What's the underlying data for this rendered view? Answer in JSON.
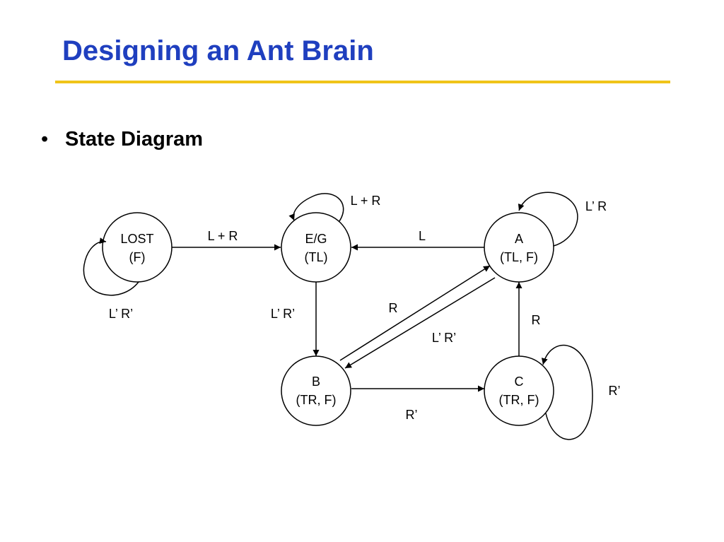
{
  "slide": {
    "title": "Designing an Ant Brain",
    "bullet": "State Diagram",
    "bullet_marker": "•",
    "title_color": "#1f3fbf",
    "rule_color": "#f0c419"
  },
  "diagram": {
    "states": [
      {
        "id": "lost",
        "line1": "LOST",
        "line2": "(F)"
      },
      {
        "id": "eg",
        "line1": "E/G",
        "line2": "(TL)"
      },
      {
        "id": "a",
        "line1": "A",
        "line2": "(TL, F)"
      },
      {
        "id": "b",
        "line1": "B",
        "line2": "(TR, F)"
      },
      {
        "id": "c",
        "line1": "C",
        "line2": "(TR, F)"
      }
    ],
    "transitions": [
      {
        "id": "lost-self",
        "from": "LOST",
        "to": "LOST",
        "label": "L’ R’"
      },
      {
        "id": "lost-eg",
        "from": "LOST",
        "to": "E/G",
        "label": "L + R"
      },
      {
        "id": "eg-self",
        "from": "E/G",
        "to": "E/G",
        "label": "L + R"
      },
      {
        "id": "a-eg",
        "from": "A",
        "to": "E/G",
        "label": "L"
      },
      {
        "id": "a-self",
        "from": "A",
        "to": "A",
        "label": "L’ R"
      },
      {
        "id": "eg-b",
        "from": "E/G",
        "to": "B",
        "label": "L’ R’"
      },
      {
        "id": "b-a",
        "from": "B",
        "to": "A",
        "label": "R"
      },
      {
        "id": "a-b",
        "from": "A",
        "to": "B",
        "label": "L’ R’"
      },
      {
        "id": "c-a",
        "from": "C",
        "to": "A",
        "label": "R"
      },
      {
        "id": "b-c",
        "from": "B",
        "to": "C",
        "label": "R’"
      },
      {
        "id": "c-self",
        "from": "C",
        "to": "C",
        "label": "R’"
      }
    ]
  }
}
